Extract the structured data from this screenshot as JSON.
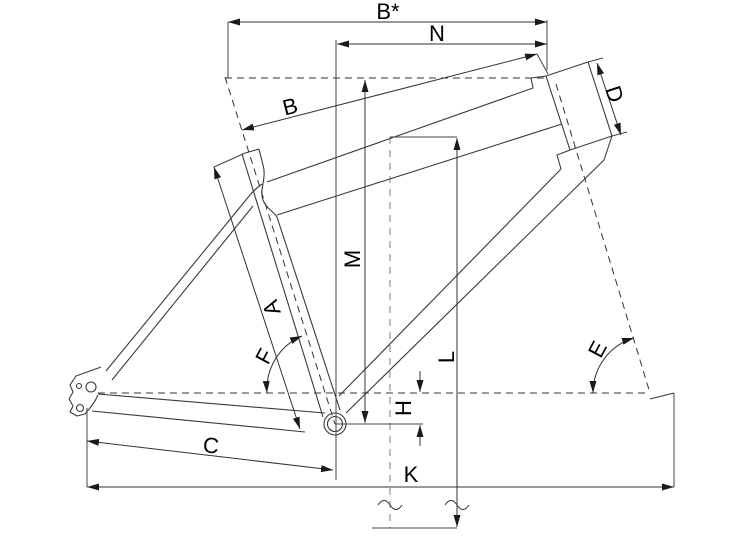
{
  "diagram": {
    "type": "bicycle-frame-geometry",
    "background": "#ffffff",
    "line_color": "#3a3a3a",
    "dimension_line_color": "#333333",
    "light_dash_color": "#9a9a9a",
    "label_color": "#000000",
    "labels": {
      "a": "A",
      "b": "B",
      "b_star": "B*",
      "c": "C",
      "d": "D",
      "e": "E",
      "f": "F",
      "h": "H",
      "k": "K",
      "l": "L",
      "m": "M",
      "n": "N"
    },
    "dimension_labels_list": [
      "A",
      "B",
      "B*",
      "C",
      "D",
      "E",
      "F",
      "H",
      "K",
      "L",
      "M",
      "N"
    ]
  }
}
